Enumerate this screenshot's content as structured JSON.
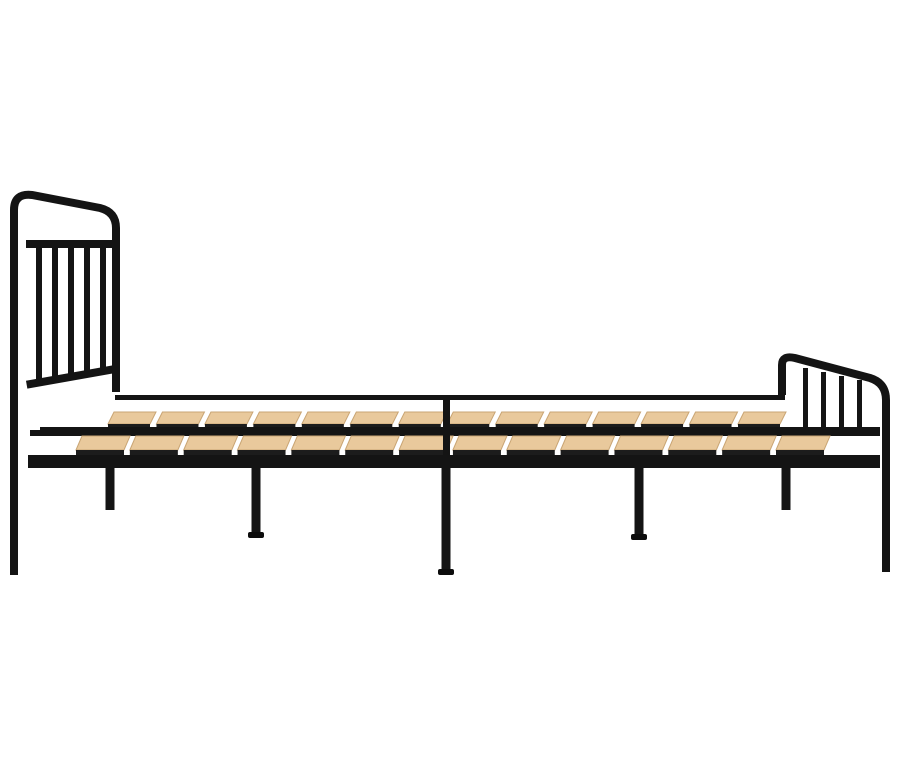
{
  "scene": {
    "subject": "bed-frame",
    "background_color": "#ffffff",
    "frame_color": "#141414",
    "frame_highlight_color": "#3a3a3a",
    "slat_color": "#e9c99c",
    "slat_edge_color": "#c9a574",
    "slat_count_per_row": 14,
    "headboard_bar_count": 5,
    "footboard_bar_count": 4
  }
}
